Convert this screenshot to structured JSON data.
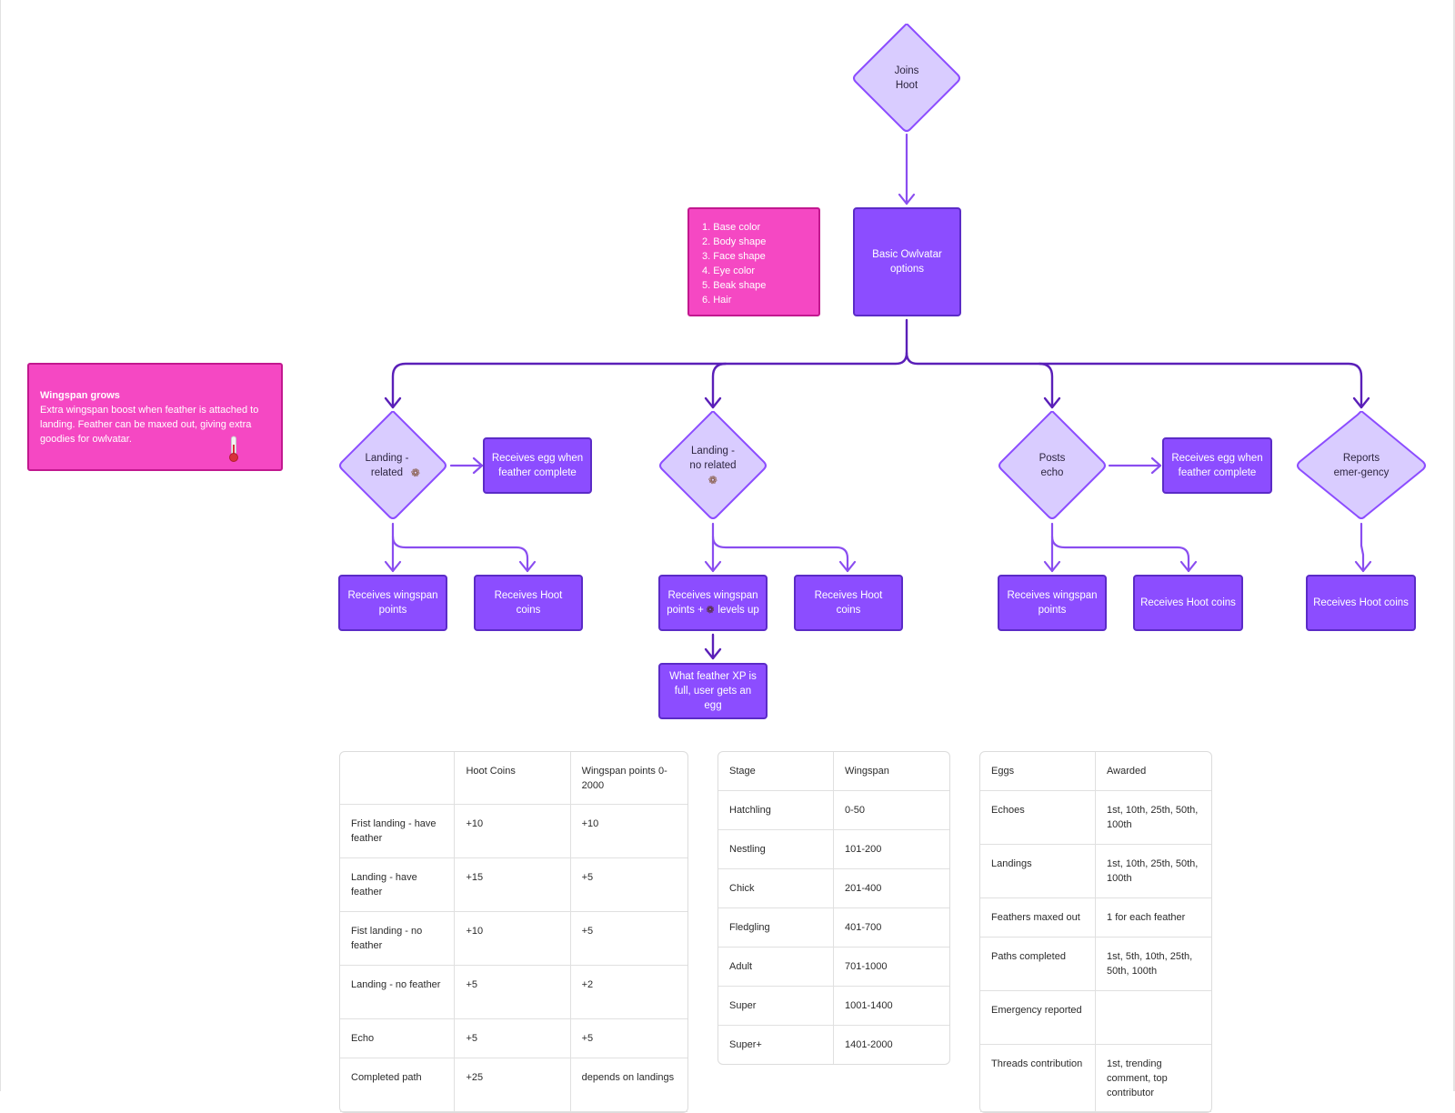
{
  "colors": {
    "box_fill": "#8c4dff",
    "box_border": "#5b2bc7",
    "diamond_fill": "#d9ccff",
    "diamond_border": "#8c4dff",
    "note_fill": "#f548c3",
    "connector_dark": "#5a1fb8",
    "connector_light": "#8a4df0"
  },
  "icons": {
    "feather": "feather-icon",
    "thermometer": "thermometer-icon"
  },
  "flow": {
    "joins_hoot": "Joins\nHoot",
    "basic_options": "Basic Owlvatar options",
    "options_note": [
      "1. Base color",
      "2. Body shape",
      "3. Face shape",
      "4. Eye color",
      "5. Beak shape",
      "6. Hair"
    ],
    "wingspan_note": {
      "title": "Wingspan grows",
      "body": "Extra wingspan boost when feather is attached to landing. Feather can be maxed out, giving extra goodies for owlvatar."
    },
    "landing_related": "Landing -\nrelated",
    "landing_no_related": "Landing -\nno related",
    "posts_echo": "Posts\necho",
    "reports_emergency": "Reports\nemer-gency",
    "receives_egg_1": "Receives egg when feather complete",
    "receives_egg_2": "Receives egg when feather complete",
    "wingspan_points_1": "Receives wingspan points",
    "hoot_coins_1": "Receives Hoot coins",
    "wingspan_levels_pre": "Receives wingspan",
    "wingspan_levels_post": "points + ",
    "wingspan_levels_tail": " levels up",
    "hoot_coins_2": "Receives Hoot coins",
    "feather_xp_egg": "What feather XP is full, user gets an egg",
    "wingspan_points_3": "Receives wingspan points",
    "hoot_coins_3": "Receives Hoot coins",
    "hoot_coins_4": "Receives Hoot coins"
  },
  "points_table": {
    "headers": [
      "",
      "Hoot Coins",
      "Wingspan points 0-2000"
    ],
    "rows": [
      [
        "Frist landing - have feather",
        "+10",
        "+10"
      ],
      [
        "Landing - have feather",
        "+15",
        "+5"
      ],
      [
        "Fist landing - no feather",
        "+10",
        "+5"
      ],
      [
        "Landing - no feather",
        "+5",
        "+2"
      ],
      [
        "Echo",
        "+5",
        "+5"
      ],
      [
        "Completed path",
        "+25",
        "depends on landings"
      ]
    ]
  },
  "stage_table": {
    "headers": [
      "Stage",
      "Wingspan"
    ],
    "rows": [
      [
        "Hatchling",
        "0-50"
      ],
      [
        "Nestling",
        "101-200"
      ],
      [
        "Chick",
        "201-400"
      ],
      [
        "Fledgling",
        "401-700"
      ],
      [
        "Adult",
        "701-1000"
      ],
      [
        "Super",
        "1001-1400"
      ],
      [
        "Super+",
        "1401-2000"
      ]
    ]
  },
  "eggs_table": {
    "headers": [
      "Eggs",
      "Awarded"
    ],
    "rows": [
      [
        "Echoes",
        "1st, 10th, 25th, 50th, 100th"
      ],
      [
        "Landings",
        "1st, 10th, 25th, 50th, 100th"
      ],
      [
        "Feathers maxed out",
        "1 for each feather"
      ],
      [
        "Paths completed",
        "1st, 5th, 10th, 25th, 50th, 100th"
      ],
      [
        "Emergency reported",
        ""
      ],
      [
        "Threads contribution",
        "1st, trending comment, top contributor"
      ]
    ]
  }
}
